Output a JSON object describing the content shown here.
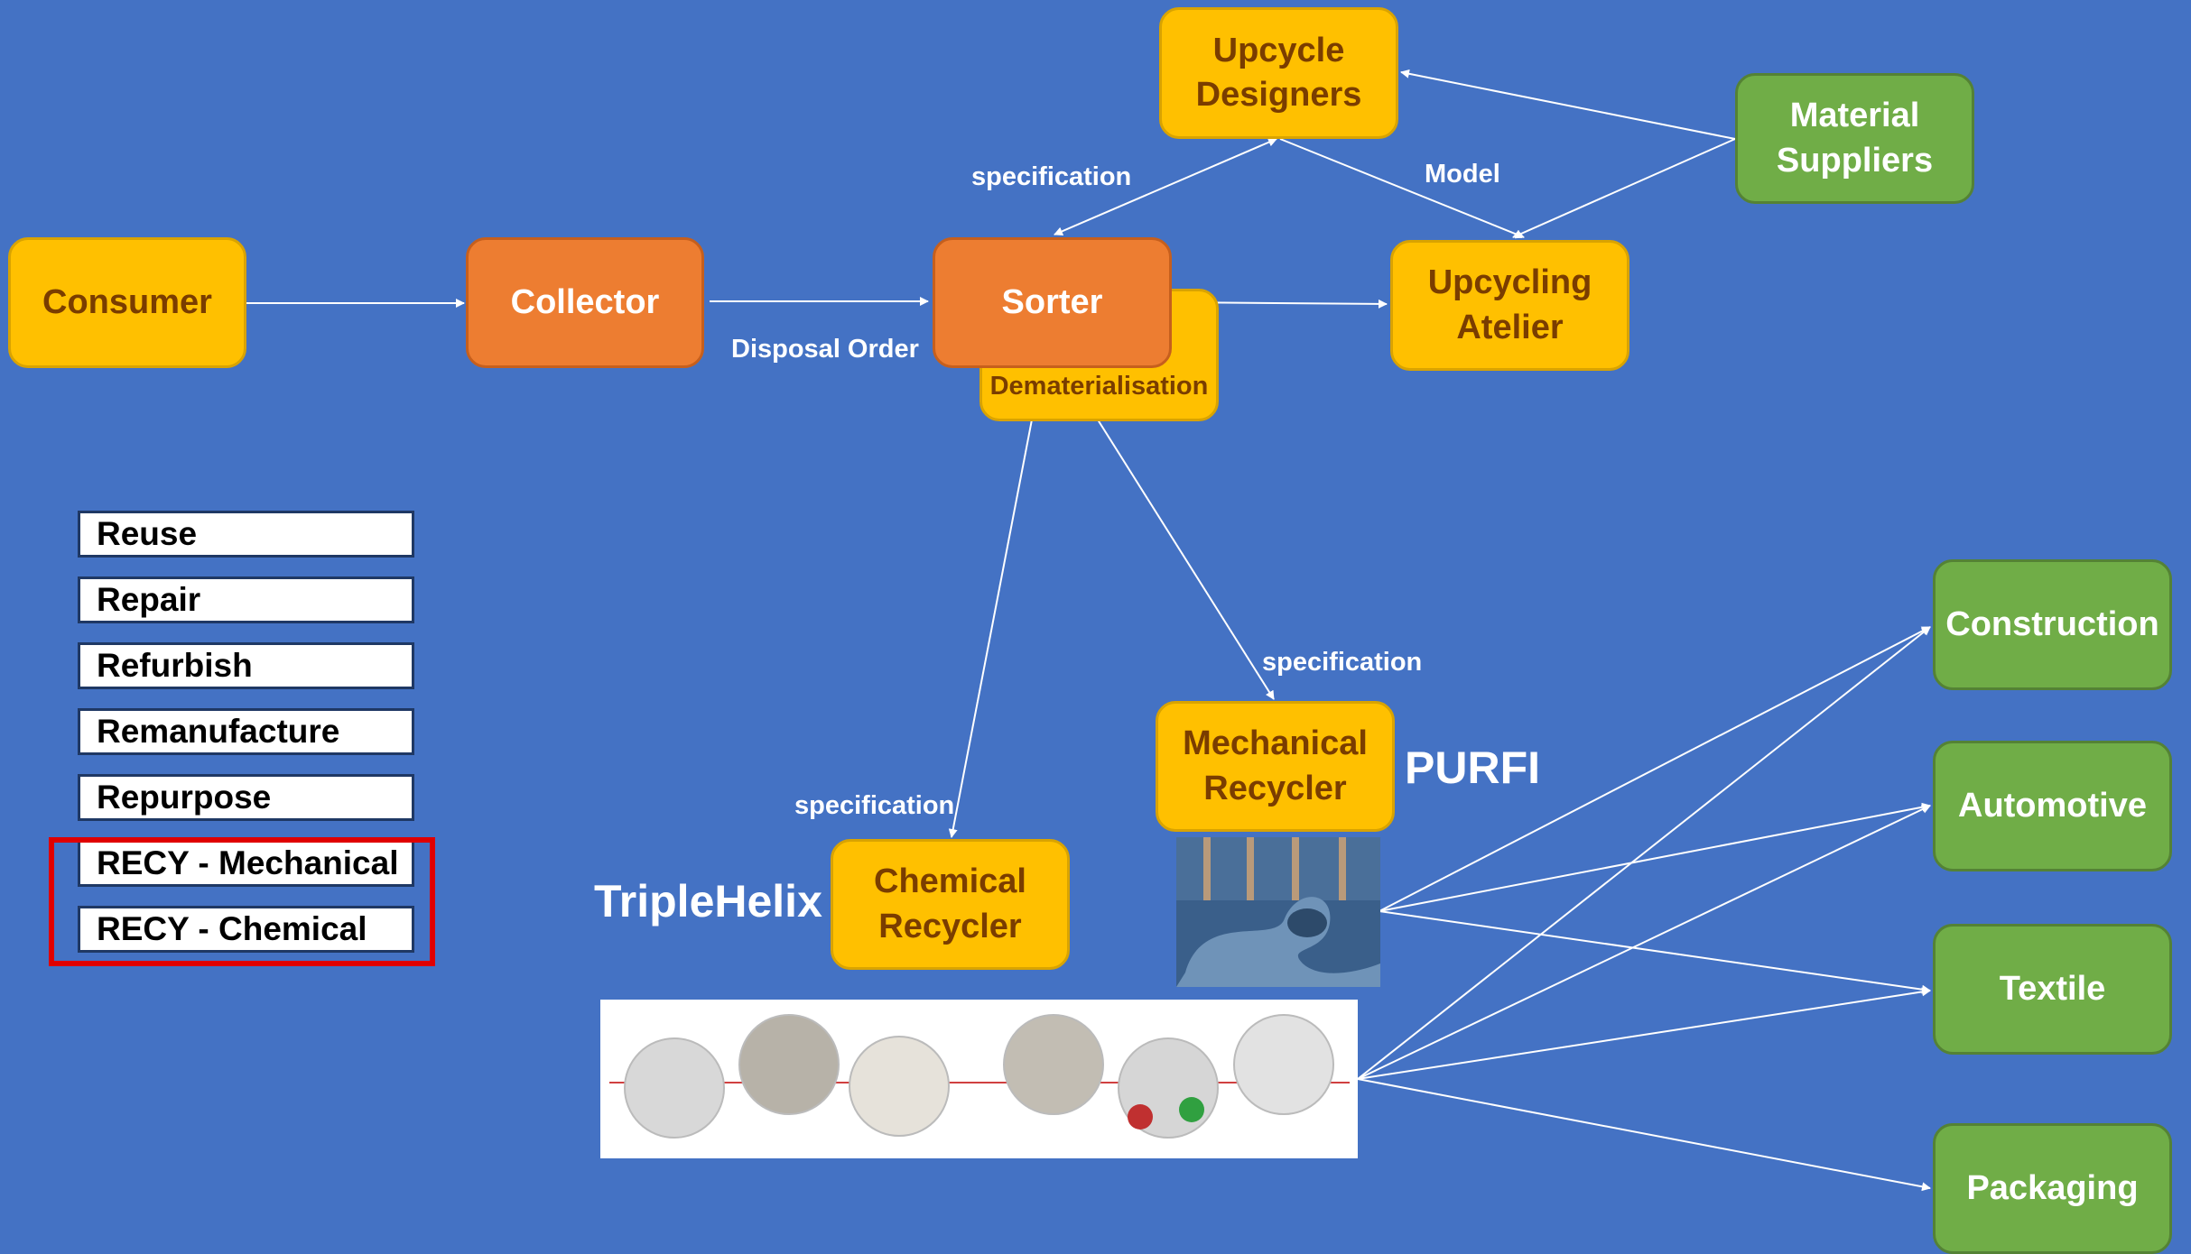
{
  "nodes": {
    "consumer": "Consumer",
    "collector": "Collector",
    "sorter": "Sorter",
    "dematerialisation": "Dematerialisation",
    "upcycle_designers": "Upcycle Designers",
    "upcycling_atelier": "Upcycling Atelier",
    "material_suppliers": "Material Suppliers",
    "mechanical_recycler": "Mechanical Recycler",
    "chemical_recycler": "Chemical Recycler",
    "construction": "Construction",
    "automotive": "Automotive",
    "textile": "Textile",
    "packaging": "Packaging"
  },
  "edge_labels": {
    "disposal_order": "Disposal Order",
    "specification_designers": "specification",
    "model": "Model",
    "specification_mechanical": "specification",
    "specification_chemical": "specification"
  },
  "organizations": {
    "purfi": "PURFI",
    "triplehelix": "TripleHelix"
  },
  "legend": [
    "Reuse",
    "Repair",
    "Refurbish",
    "Remanufacture",
    "Repurpose",
    "RECY - Mechanical",
    "RECY - Chemical"
  ],
  "colors": {
    "background": "#4472c4",
    "yellow_node": "#ffc000",
    "orange_node": "#ed7d31",
    "green_node": "#70ad47",
    "highlight": "#e00000"
  }
}
